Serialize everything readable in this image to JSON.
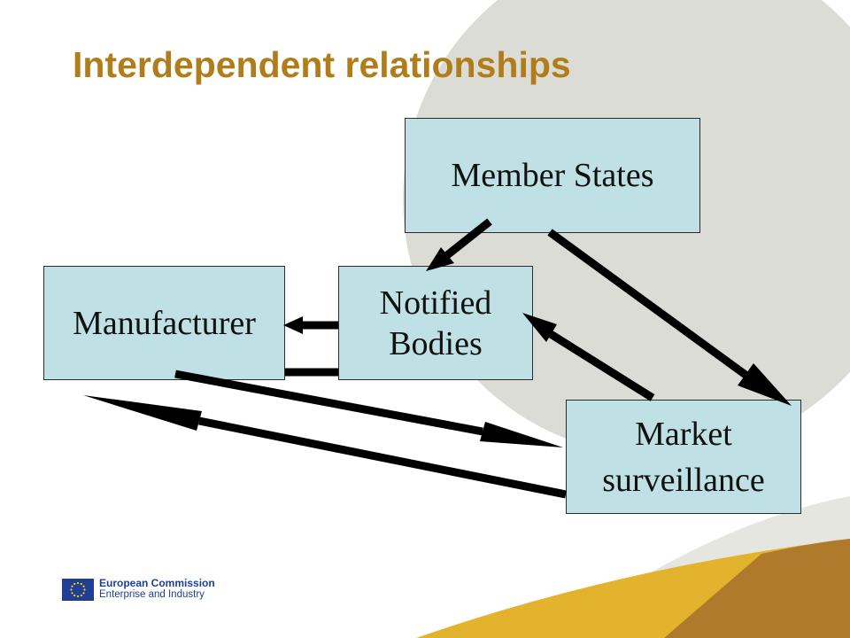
{
  "title": "Interdependent relationships",
  "nodes": {
    "member_states": "Member States",
    "manufacturer": "Manufacturer",
    "notified_bodies": [
      "Notified",
      "Bodies"
    ],
    "market_surveillance": [
      "Market",
      "surveillance"
    ]
  },
  "edges": [
    {
      "from": "Member States",
      "to": "Notified Bodies"
    },
    {
      "from": "Member States",
      "to": "Market surveillance"
    },
    {
      "from": "Notified Bodies",
      "to": "Manufacturer"
    },
    {
      "from": "Market surveillance",
      "to": "Notified Bodies"
    },
    {
      "from": "Manufacturer",
      "to": "Market surveillance"
    },
    {
      "from": "Market surveillance",
      "to": "Manufacturer"
    }
  ],
  "logo": {
    "line1": "European Commission",
    "line2": "Enterprise and Industry"
  },
  "colors": {
    "title": "#b07d1a",
    "box_fill": "#bfe0e4",
    "circle": "#dcdcd6",
    "gold": "#e3b32d",
    "bronze": "#b07a2c",
    "eu_blue": "#1f3f95"
  }
}
